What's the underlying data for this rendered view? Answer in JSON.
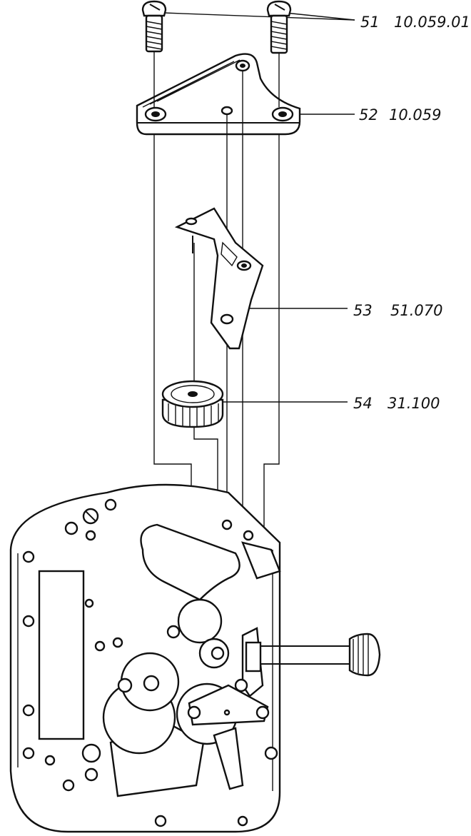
{
  "callouts": [
    {
      "number": "51",
      "part_code": "10.059.01",
      "part": "screws"
    },
    {
      "number": "52",
      "part_code": "10.059",
      "part": "bridge"
    },
    {
      "number": "53",
      "part_code": "51.070",
      "part": "lever"
    },
    {
      "number": "54",
      "part_code": "31.100",
      "part": "wheel"
    }
  ]
}
